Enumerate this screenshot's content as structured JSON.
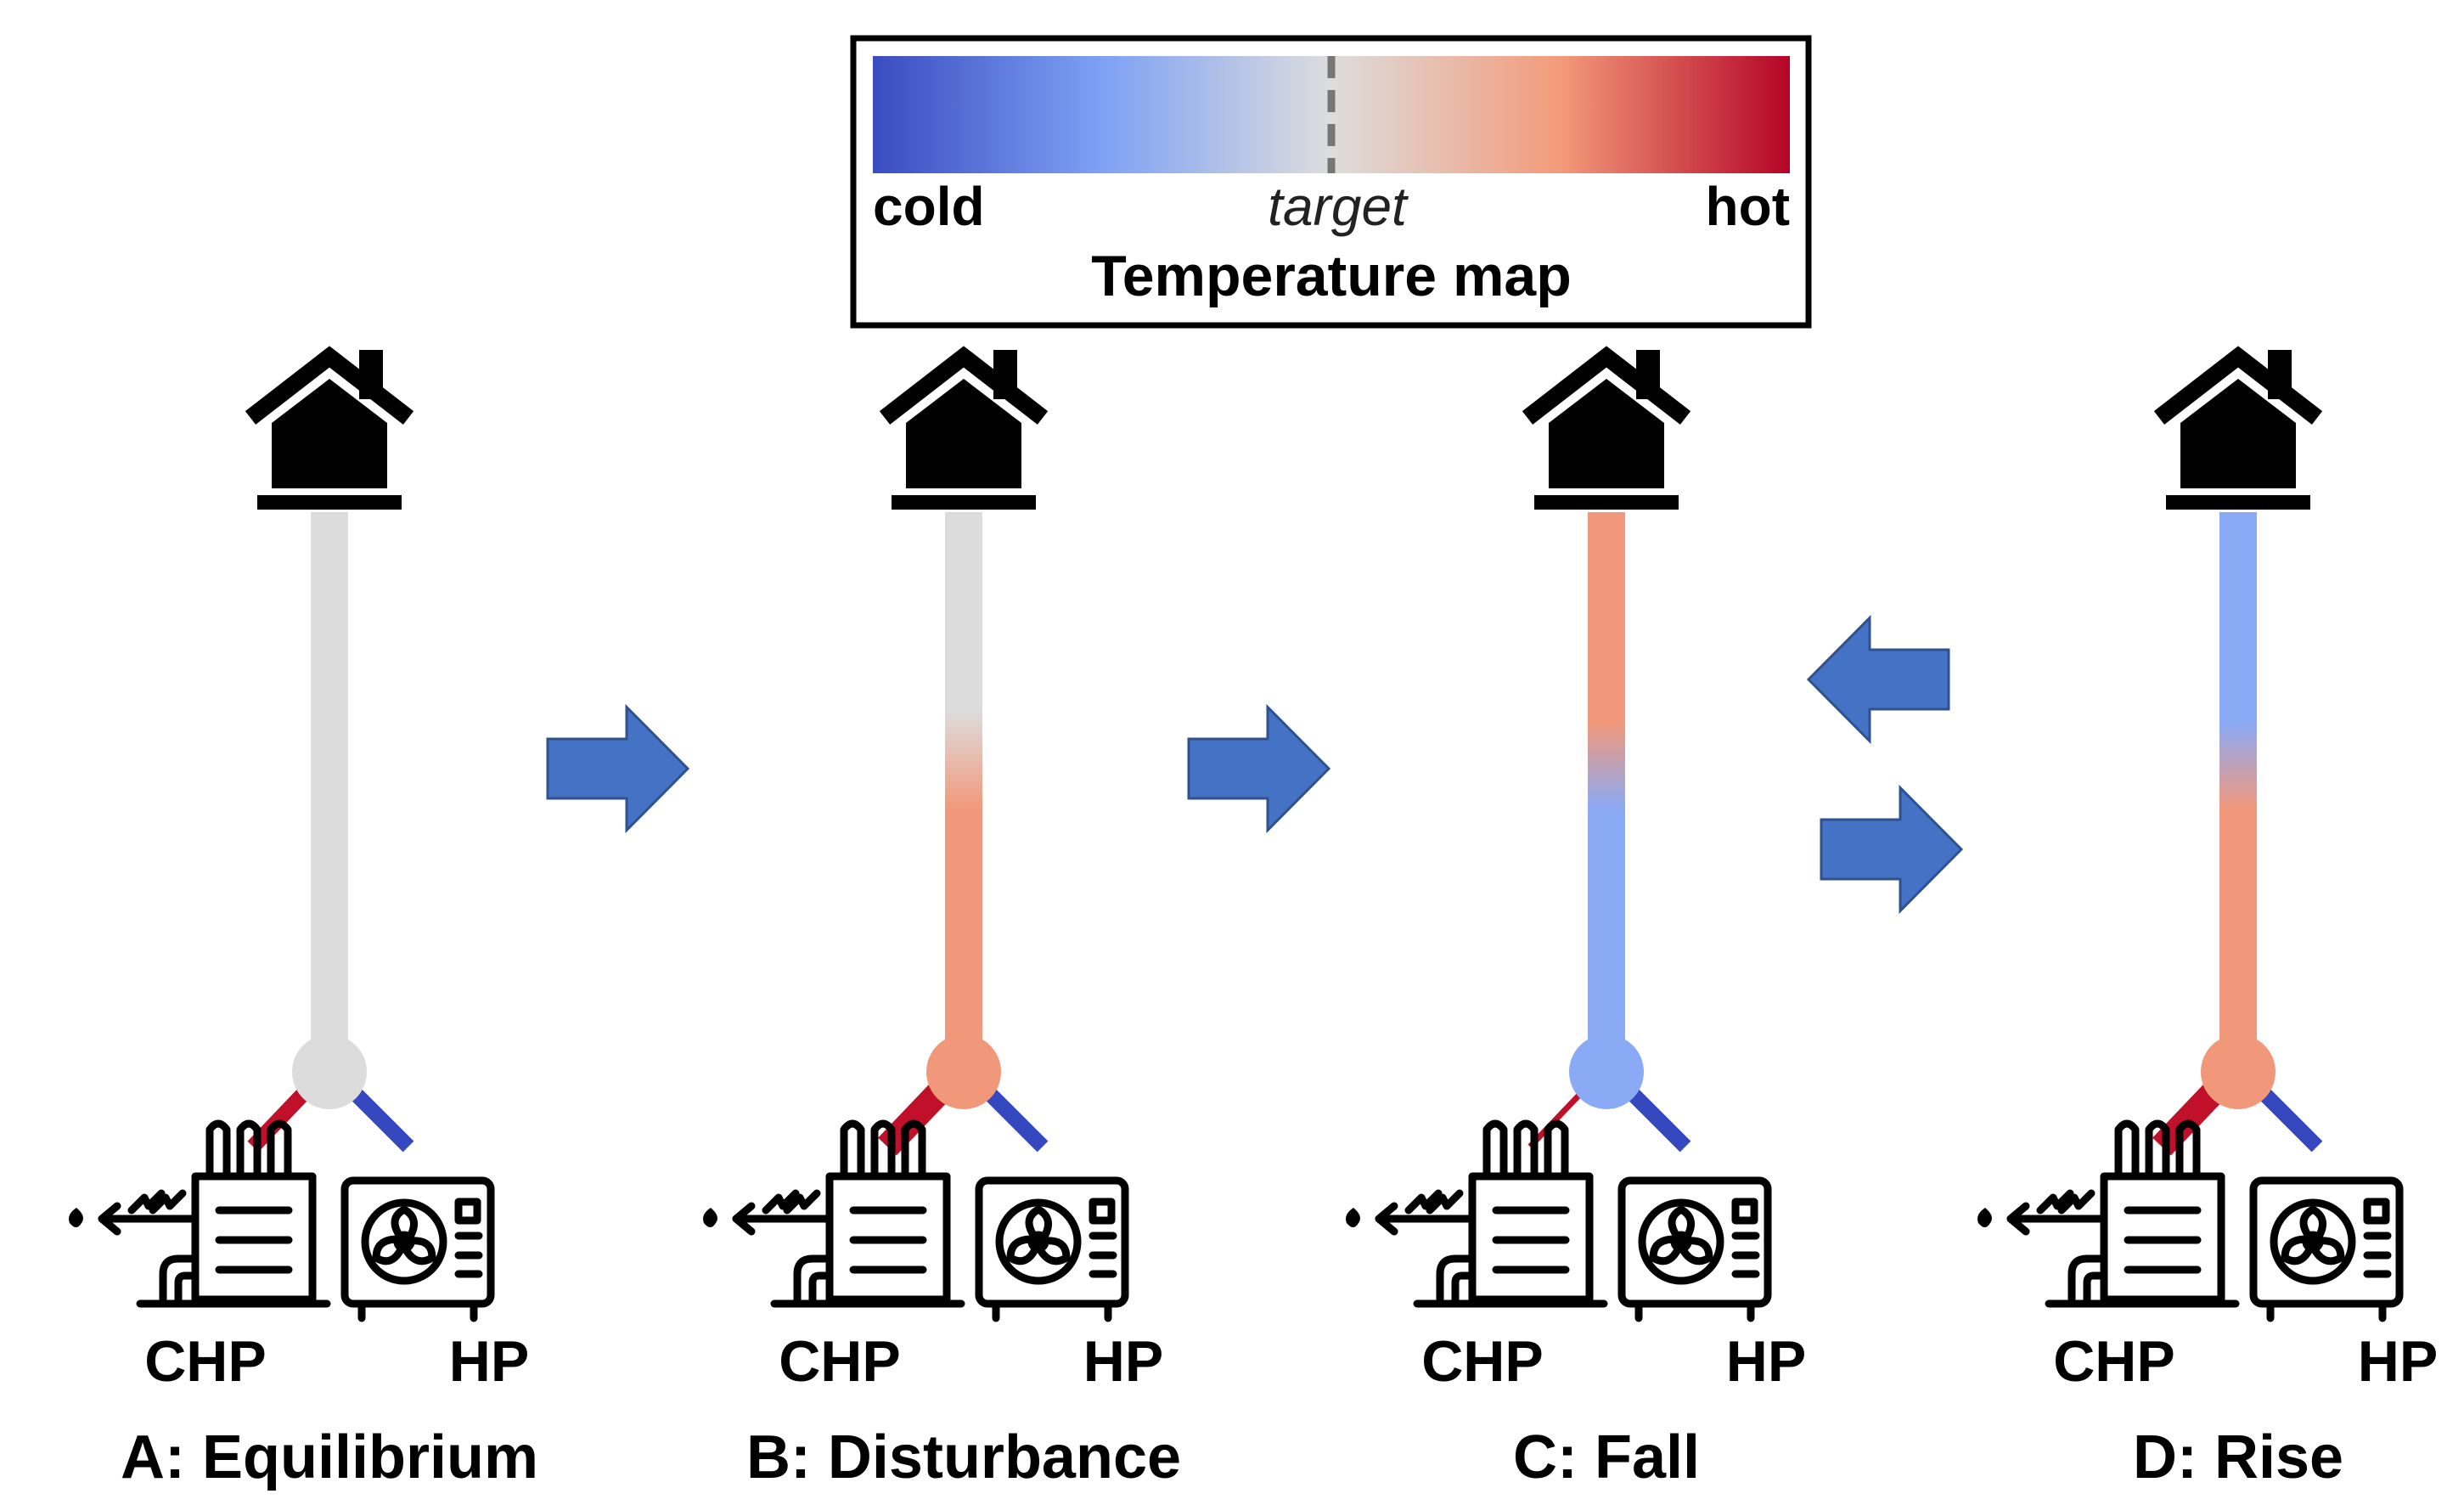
{
  "legend": {
    "low_label": "cold",
    "mid_label": "target",
    "high_label": "hot",
    "title": "Temperature map"
  },
  "colors": {
    "neutral": "#dcdcdc",
    "warm": "#f2987a",
    "cool": "#8aaaf6",
    "supply_hot": "#c0102a",
    "supply_cold": "#3548c0",
    "arrow_fill": "#4472c4",
    "arrow_stroke": "#2f528f"
  },
  "panels": [
    {
      "caption": "A: Equilibrium",
      "chp_label": "CHP",
      "hp_label": "HP",
      "pipe": "neutral",
      "junction": "neutral",
      "chp_line": "thin"
    },
    {
      "caption": "B: Disturbance",
      "chp_label": "CHP",
      "hp_label": "HP",
      "pipe": "neutral-over-warm",
      "junction": "warm",
      "chp_line": "thick"
    },
    {
      "caption": "C: Fall",
      "chp_label": "CHP",
      "hp_label": "HP",
      "pipe": "warm-over-cool",
      "junction": "cool",
      "chp_line": "very-thin"
    },
    {
      "caption": "D: Rise",
      "chp_label": "CHP",
      "hp_label": "HP",
      "pipe": "cool-over-warm",
      "junction": "warm",
      "chp_line": "thick"
    }
  ],
  "arrows": [
    {
      "from": "A",
      "to": "B",
      "direction": "right"
    },
    {
      "from": "B",
      "to": "C",
      "direction": "right"
    },
    {
      "from": "D",
      "to": "C",
      "direction": "left"
    },
    {
      "from": "C",
      "to": "D",
      "direction": "right"
    }
  ]
}
